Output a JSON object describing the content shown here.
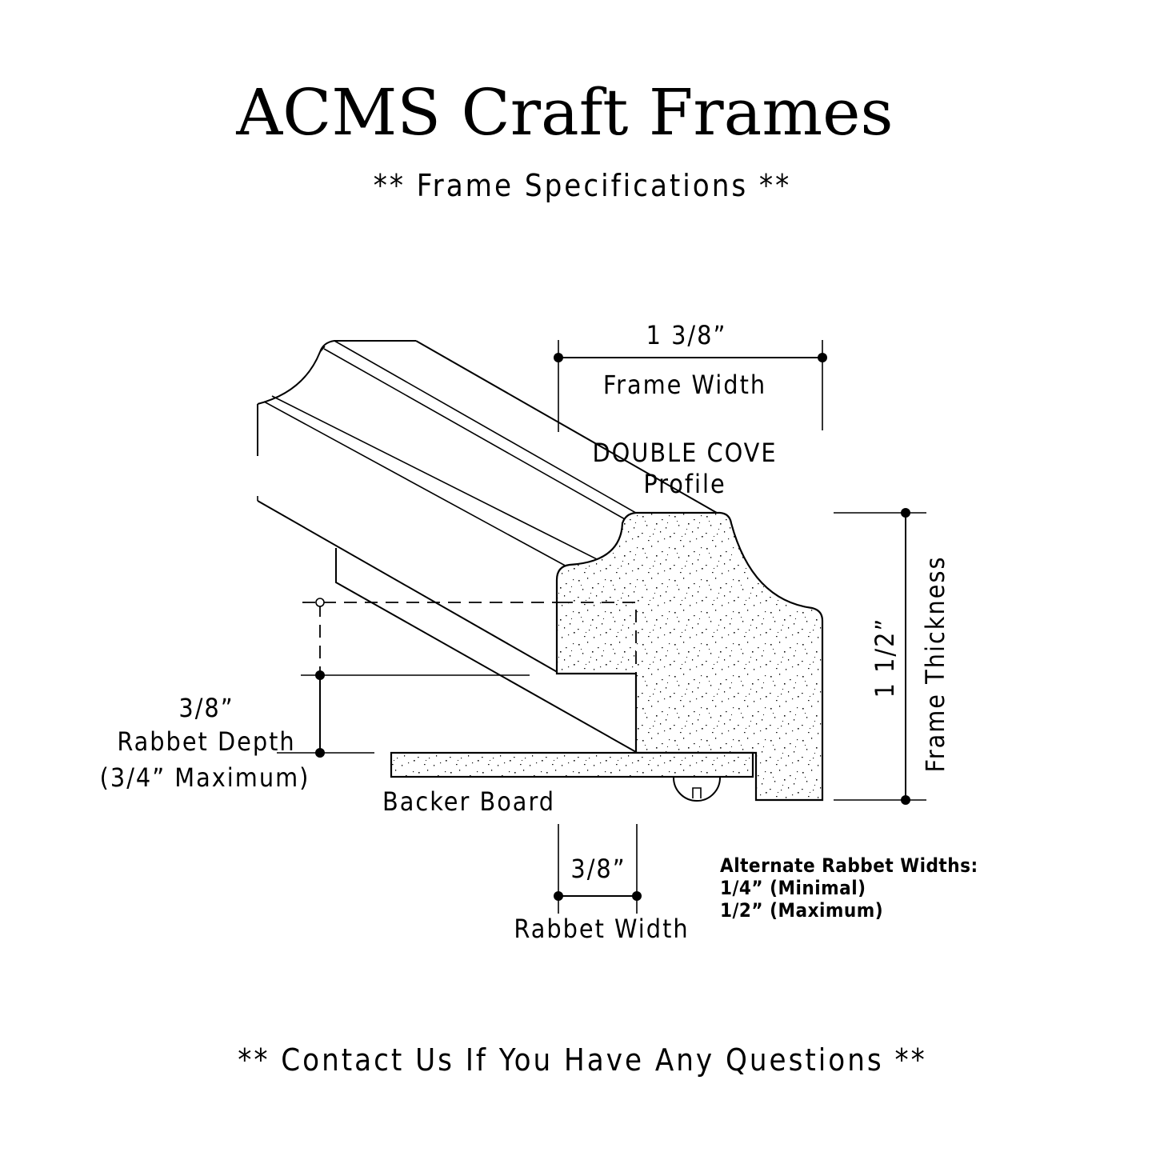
{
  "header": {
    "title": "ACMS Craft Frames",
    "subtitle": "** Frame Specifications **"
  },
  "frame_width": {
    "value": "1 3/8”",
    "label": "Frame Width"
  },
  "profile": {
    "line1": "DOUBLE COVE",
    "line2": "Profile"
  },
  "frame_thickness": {
    "value": "1 1/2”",
    "label": "Frame Thickness"
  },
  "rabbet_depth": {
    "value": "3/8”",
    "label": "Rabbet Depth",
    "max": "(3/4” Maximum)"
  },
  "backer_board": {
    "label": "Backer Board"
  },
  "rabbet_width": {
    "value": "3/8”",
    "label": "Rabbet Width"
  },
  "alternate_widths": {
    "heading": "Alternate Rabbet Widths:",
    "min": "1/4” (Minimal)",
    "max": "1/2” (Maximum)"
  },
  "footer": {
    "contact": "** Contact Us If You Have Any Questions **"
  }
}
